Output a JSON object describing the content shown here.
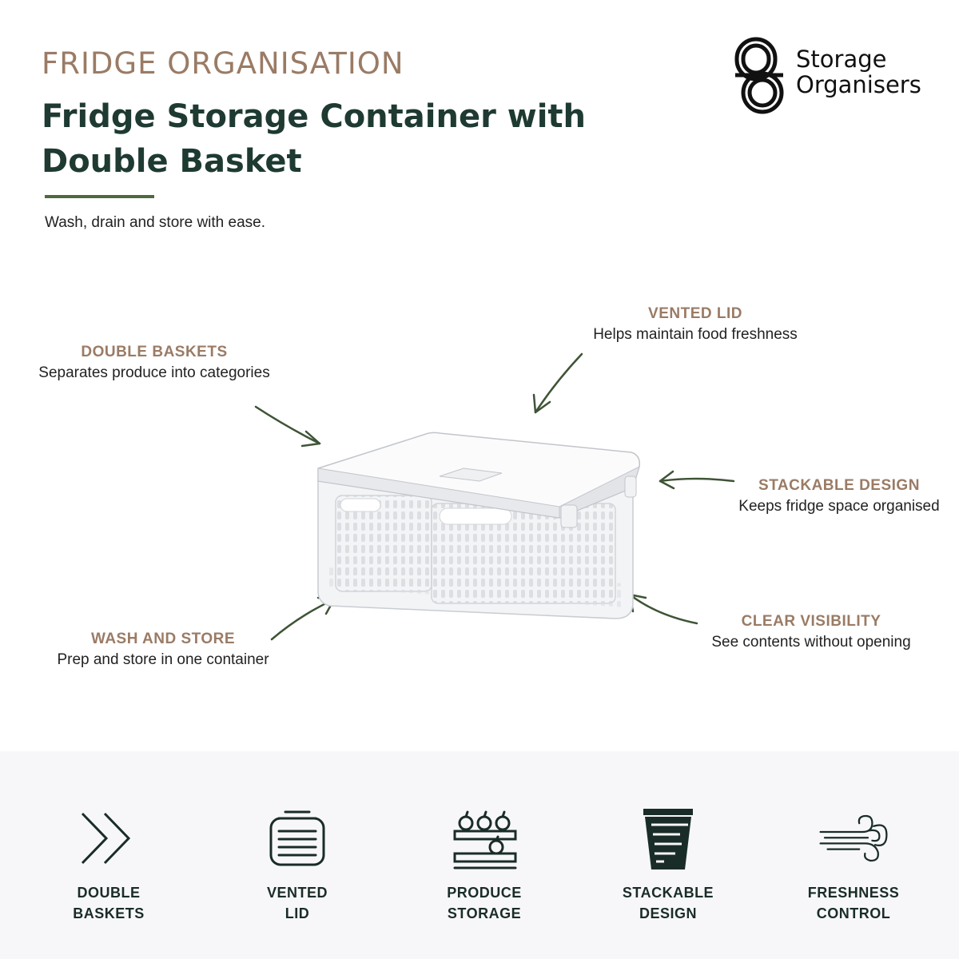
{
  "header": {
    "eyebrow": "FRIDGE ORGANISATION",
    "title": "Fridge Storage Container with Double Basket",
    "subtitle": "Wash, drain and store with ease."
  },
  "logo": {
    "line1": "Storage",
    "line2": "Organisers",
    "icon": "interlocking-s-icon"
  },
  "callouts": {
    "double_baskets": {
      "title": "DOUBLE BASKETS",
      "desc": "Separates produce into categories"
    },
    "vented_lid": {
      "title": "VENTED LID",
      "desc": "Helps maintain food freshness"
    },
    "stackable": {
      "title": "STACKABLE DESIGN",
      "desc": "Keeps fridge space organised"
    },
    "clear_visibility": {
      "title": "CLEAR VISIBILITY",
      "desc": "See contents without opening"
    },
    "wash_store": {
      "title": "WASH AND STORE",
      "desc": "Prep and store in one container"
    }
  },
  "features": [
    {
      "icon": "double-chevron-icon",
      "line1": "DOUBLE",
      "line2": "BASKETS"
    },
    {
      "icon": "vented-lid-icon",
      "line1": "VENTED",
      "line2": "LID"
    },
    {
      "icon": "produce-shelf-icon",
      "line1": "PRODUCE",
      "line2": "STORAGE"
    },
    {
      "icon": "stack-container-icon",
      "line1": "STACKABLE",
      "line2": "DESIGN"
    },
    {
      "icon": "airflow-icon",
      "line1": "FRESHNESS",
      "line2": "CONTROL"
    }
  ],
  "colors": {
    "accent_brown": "#9a7b65",
    "title_green": "#1e3a32",
    "rule_green": "#4f6a3e",
    "arrow_green": "#3e5436",
    "band_bg": "#f7f7f9"
  }
}
